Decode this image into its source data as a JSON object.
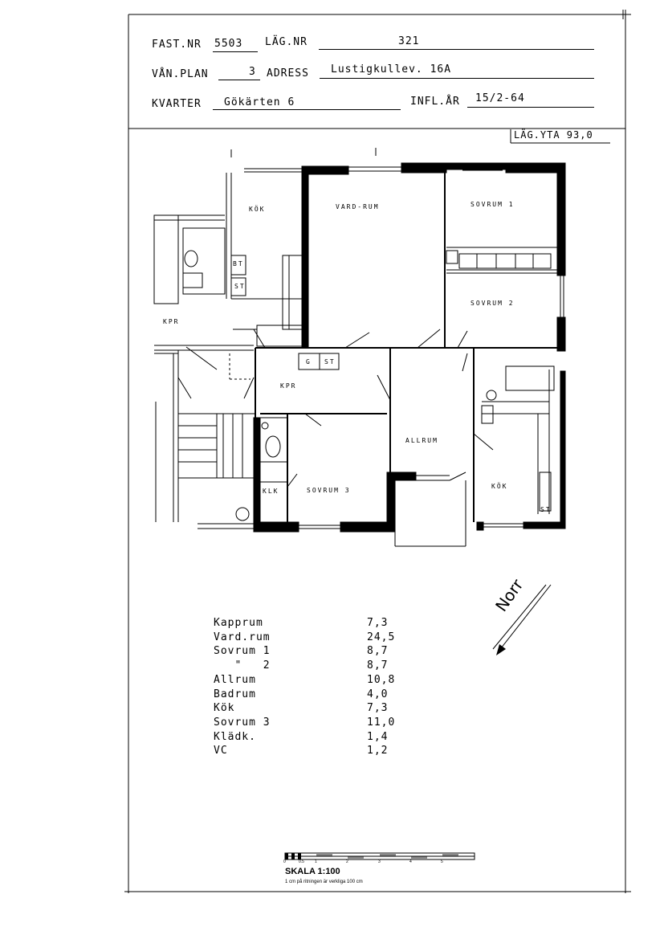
{
  "header": {
    "fast_nr_label": "FAST.NR",
    "fast_nr_value": "5503",
    "lag_nr_label": "LÄG.NR",
    "lag_nr_value": "321",
    "van_plan_label": "VÅN.PLAN",
    "van_plan_value": "3",
    "adress_label": "ADRESS",
    "adress_value": "Lustigkullev. 16A",
    "kvarter_label": "KVARTER",
    "kvarter_value": "Gökärten 6",
    "infl_ar_label": "INFL.ÅR",
    "infl_ar_value": "15/2-64",
    "lag_yta_label": "LÄG.YTA 93,0"
  },
  "rooms": {
    "kok_top": "KÖK",
    "vardrum": "VARD-RUM",
    "sovrum1": "SOVRUM 1",
    "sovrum2": "SOVRUM 2",
    "kpr_left": "KPR",
    "kpr_mid": "KPR",
    "allrum": "ALLRUM",
    "sovrum3": "SOVRUM 3",
    "klk": "KLK",
    "kok_right": "KÖK",
    "st1": "ST",
    "st2": "ST",
    "st3": "ST",
    "g": "G",
    "bt": "BT"
  },
  "north_label": "Norr",
  "areas": [
    {
      "name": "Kapprum",
      "value": "7,3"
    },
    {
      "name": "Vard.rum",
      "value": "24,5"
    },
    {
      "name": "Sovrum 1",
      "value": "8,7"
    },
    {
      "name": "   \"   2",
      "value": "8,7"
    },
    {
      "name": "Allrum",
      "value": "10,8"
    },
    {
      "name": "Badrum",
      "value": "4,0"
    },
    {
      "name": "Kök",
      "value": "7,3"
    },
    {
      "name": "Sovrum 3",
      "value": "11,0"
    },
    {
      "name": "Klädk.",
      "value": "1,4"
    },
    {
      "name": "VC",
      "value": "1,2"
    }
  ],
  "scale": {
    "title": "SKALA 1:100",
    "note": "1 cm på ritningen är verkliga 100 cm",
    "ticks": [
      "0",
      "0.5",
      "1",
      "2",
      "3",
      "4",
      "5"
    ]
  }
}
